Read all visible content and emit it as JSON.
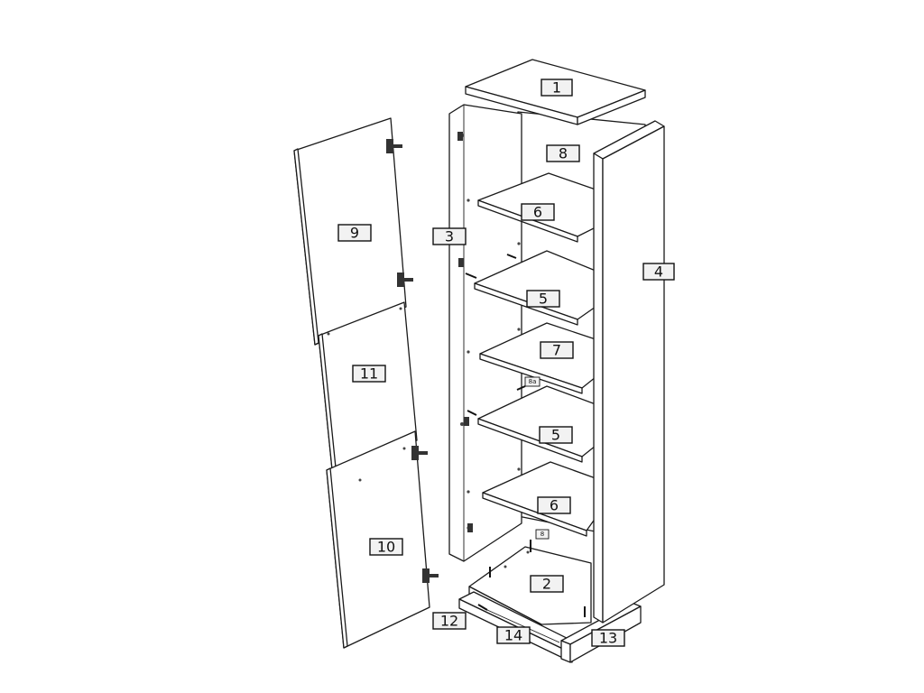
{
  "labels": {
    "p1": "1",
    "p2": "2",
    "p3": "3",
    "p4": "4",
    "p5a": "5",
    "p5b": "5",
    "p6a": "6",
    "p6b": "6",
    "p7": "7",
    "p8": "8",
    "p8a": "8a",
    "p8b": "8",
    "p9": "9",
    "p10": "10",
    "p11": "11",
    "p12": "12",
    "p13": "13",
    "p14": "14"
  }
}
